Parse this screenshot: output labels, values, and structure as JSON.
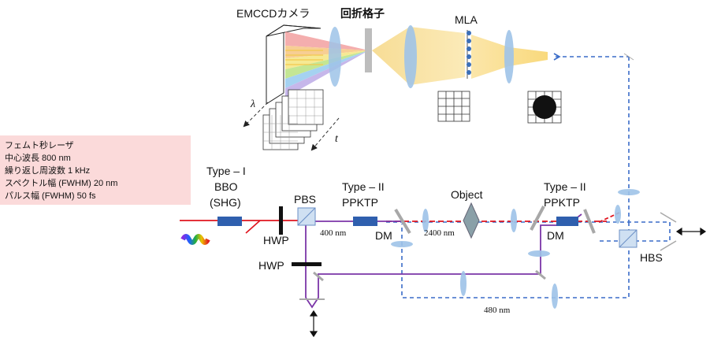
{
  "spec": {
    "lines": [
      "フェムト秒レーザ",
      "中心波長 800 nm",
      "繰り返し周波数 1 kHz",
      "スペクトル幅 (FWHM) 20 nm",
      "パルス幅 (FWHM) 50 fs"
    ]
  },
  "labels": {
    "emccd": "EMCCDカメラ",
    "grating": "回折格子",
    "mla": "MLA",
    "lambda": "λ",
    "t": "t",
    "type1_a": "Type – I",
    "type1_b": "BBO",
    "type1_c": "(SHG)",
    "hwp1": "HWP",
    "hwp2": "HWP",
    "pbs": "PBS",
    "wl400": "400 nm",
    "type2a_a": "Type – II",
    "type2a_b": "PPKTP",
    "dm1": "DM",
    "wl2400": "2400 nm",
    "object": "Object",
    "type2b_a": "Type – II",
    "type2b_b": "PPKTP",
    "dm2": "DM",
    "hbs": "HBS",
    "wl480": "480 nm"
  },
  "colors": {
    "red": "#e0141e",
    "purple": "#7b35a8",
    "blue_dash": "#3a6cc8",
    "crystal": "#2f5fae",
    "lens": "#9ec3e8",
    "mirror": "#a8a8a8",
    "spec_bg": "#fbdada"
  }
}
